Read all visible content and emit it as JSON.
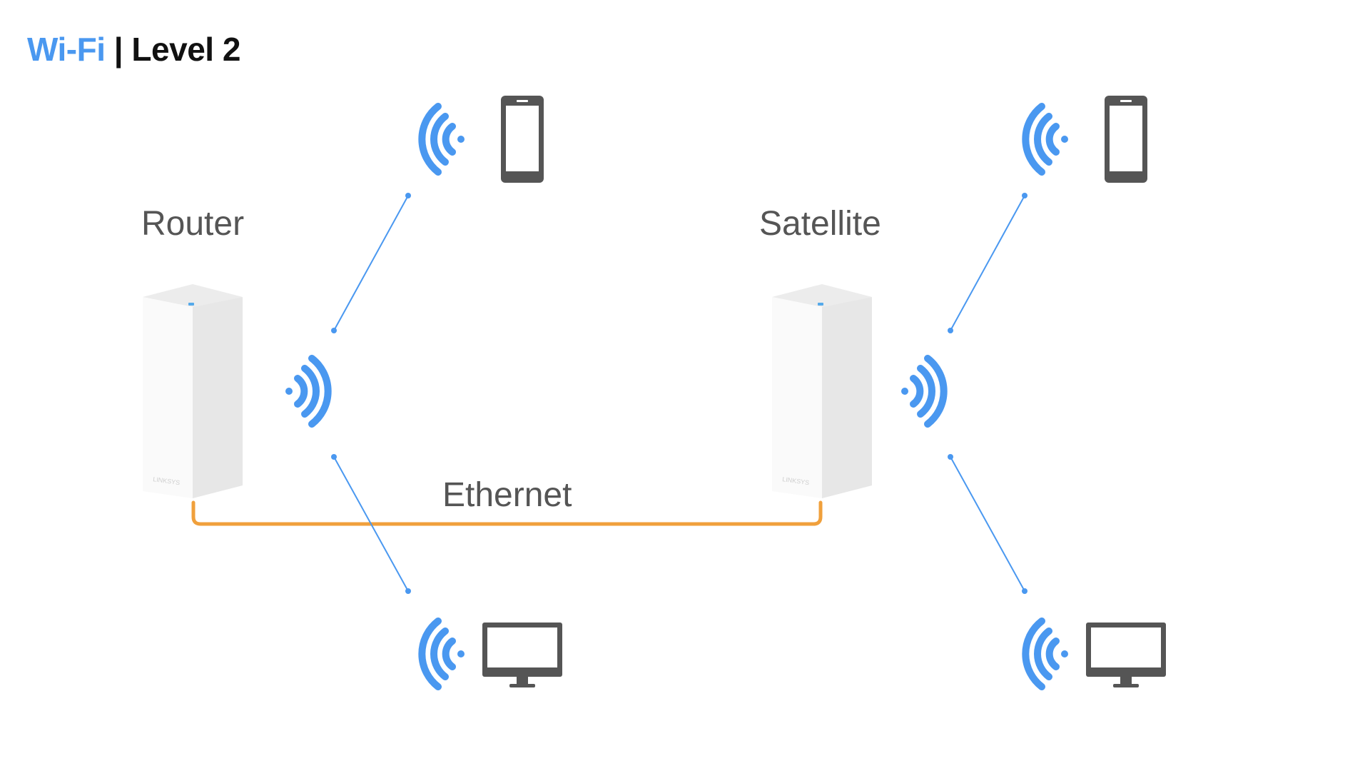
{
  "title": {
    "accent": "Wi-Fi",
    "rest": " | Level 2"
  },
  "nodes": {
    "router": "Router",
    "satellite": "Satellite"
  },
  "link": {
    "ethernet": "Ethernet"
  },
  "icons": [
    "wifi-signal-icon",
    "smartphone-icon",
    "desktop-monitor-icon",
    "mesh-node-icon"
  ],
  "colors": {
    "accent": "#4a98f0",
    "ethernet": "#f0a03c",
    "device": "#555555"
  }
}
